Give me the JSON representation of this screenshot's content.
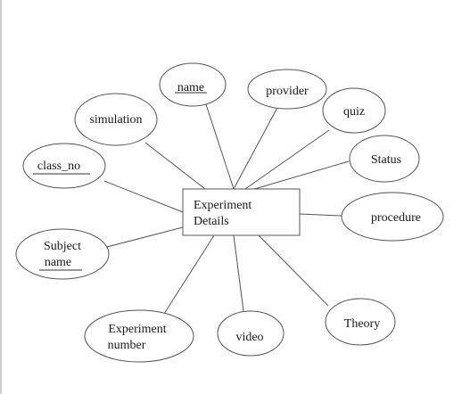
{
  "entity": {
    "label_lines": [
      "Experiment",
      "Details"
    ]
  },
  "attributes": {
    "name": {
      "lines": [
        "name"
      ],
      "key": true
    },
    "provider": {
      "lines": [
        "provider"
      ],
      "key": false
    },
    "simulation": {
      "lines": [
        "simulation"
      ],
      "key": false
    },
    "quiz": {
      "lines": [
        "quiz"
      ],
      "key": false
    },
    "class_no": {
      "lines": [
        "class_no"
      ],
      "key": true
    },
    "status": {
      "lines": [
        "Status"
      ],
      "key": false
    },
    "procedure": {
      "lines": [
        "procedure"
      ],
      "key": false
    },
    "subject_name": {
      "lines": [
        "Subject",
        "name"
      ],
      "key": true
    },
    "theory": {
      "lines": [
        "Theory"
      ],
      "key": false
    },
    "experiment_number": {
      "lines": [
        "Experiment",
        "number"
      ],
      "key": false
    },
    "video": {
      "lines": [
        "video"
      ],
      "key": false
    }
  },
  "colors": {
    "stroke": "#555555",
    "text": "#1a1a1a",
    "background": "#ffffff"
  }
}
